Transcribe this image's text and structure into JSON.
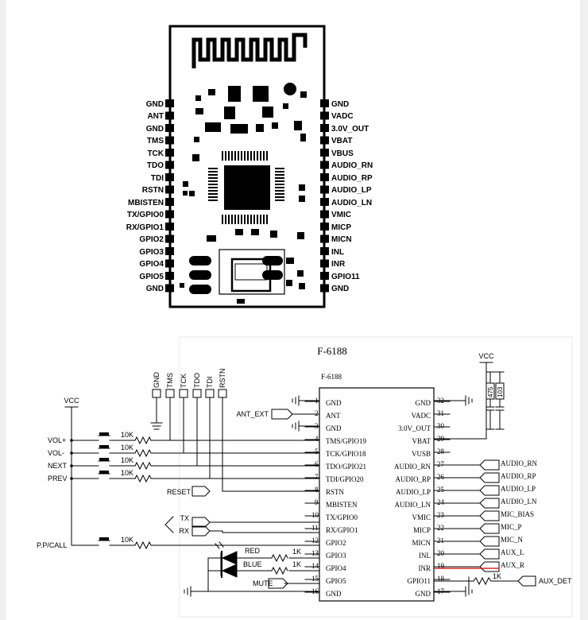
{
  "module": {
    "left_pins": [
      "GND",
      "ANT",
      "GND",
      "TMS",
      "TCK",
      "TDO",
      "TDI",
      "RSTN",
      "MBISTEN",
      "TX/GPIO0",
      "RX/GPIO1",
      "GPIO2",
      "GPIO3",
      "GPIO4",
      "GPIO5",
      "GND"
    ],
    "right_pins": [
      "GND",
      "VADC",
      "3.0V_OUT",
      "VBAT",
      "VBUS",
      "AUDIO_RN",
      "AUDIO_RP",
      "AUDIO_LP",
      "AUDIO_LN",
      "VMIC",
      "MICP",
      "MICN",
      "INL",
      "INR",
      "GPIO11",
      "GND"
    ]
  },
  "schematic": {
    "title": "F-6188",
    "chip_label": "F-6188",
    "vcc_left": "VCC",
    "vcc_right": "VCC",
    "cap1": "475",
    "cap2": "103",
    "header_pins": [
      "GND",
      "TMS",
      "TCK",
      "TDO",
      "TDI",
      "RSTN"
    ],
    "left_pins": [
      {
        "num": "1",
        "name": "GND"
      },
      {
        "num": "2",
        "name": "ANT"
      },
      {
        "num": "3",
        "name": "GND"
      },
      {
        "num": "4",
        "name": "TMS/GPIO19"
      },
      {
        "num": "5",
        "name": "TCK/GPIO18"
      },
      {
        "num": "6",
        "name": "TDO/GPIO21"
      },
      {
        "num": "7",
        "name": "TDI/GPIO20"
      },
      {
        "num": "8",
        "name": "RSTN"
      },
      {
        "num": "9",
        "name": "MBISTEN"
      },
      {
        "num": "10",
        "name": "TX/GPIO0"
      },
      {
        "num": "11",
        "name": "RX/GPIO1"
      },
      {
        "num": "12",
        "name": "GPIO2"
      },
      {
        "num": "13",
        "name": "GPIO3"
      },
      {
        "num": "14",
        "name": "GPIO4"
      },
      {
        "num": "15",
        "name": "GPIO5"
      },
      {
        "num": "16",
        "name": "GND"
      }
    ],
    "right_pins": [
      {
        "num": "32",
        "name": "GND"
      },
      {
        "num": "31",
        "name": "VADC"
      },
      {
        "num": "30",
        "name": "3.0V_OUT"
      },
      {
        "num": "29",
        "name": "VBAT"
      },
      {
        "num": "28",
        "name": "VUSB"
      },
      {
        "num": "27",
        "name": "AUDIO_RN"
      },
      {
        "num": "26",
        "name": "AUDIO_RP"
      },
      {
        "num": "25",
        "name": "AUDIO_LP"
      },
      {
        "num": "24",
        "name": "AUDIO_LN"
      },
      {
        "num": "23",
        "name": "VMIC"
      },
      {
        "num": "22",
        "name": "MICP"
      },
      {
        "num": "21",
        "name": "MICN"
      },
      {
        "num": "20",
        "name": "INL"
      },
      {
        "num": "19",
        "name": "INR"
      },
      {
        "num": "18",
        "name": "GPIO11"
      },
      {
        "num": "17",
        "name": "GND"
      }
    ],
    "right_nets": [
      "AUDIO_RN",
      "AUDIO_RP",
      "AUDIO_LP",
      "AUDIO_LN",
      "MIC_BIAS",
      "MIC_P",
      "MIC_N",
      "AUX_L",
      "AUX_R"
    ],
    "buttons": [
      "VOL+",
      "VOL-",
      "NEXT",
      "PREV"
    ],
    "button_res": "10K",
    "ppcall": "P.P/CALL",
    "ppcall_res": "10K",
    "ant_ext": "ANT_EXT",
    "reset": "RESET",
    "tx": "TX",
    "rx": "RX",
    "led_red": "RED",
    "led_blue": "BLUE",
    "led_res": "1K",
    "mute": "MUTE",
    "aux_det": "AUX_DET",
    "aux_res": "1K"
  }
}
